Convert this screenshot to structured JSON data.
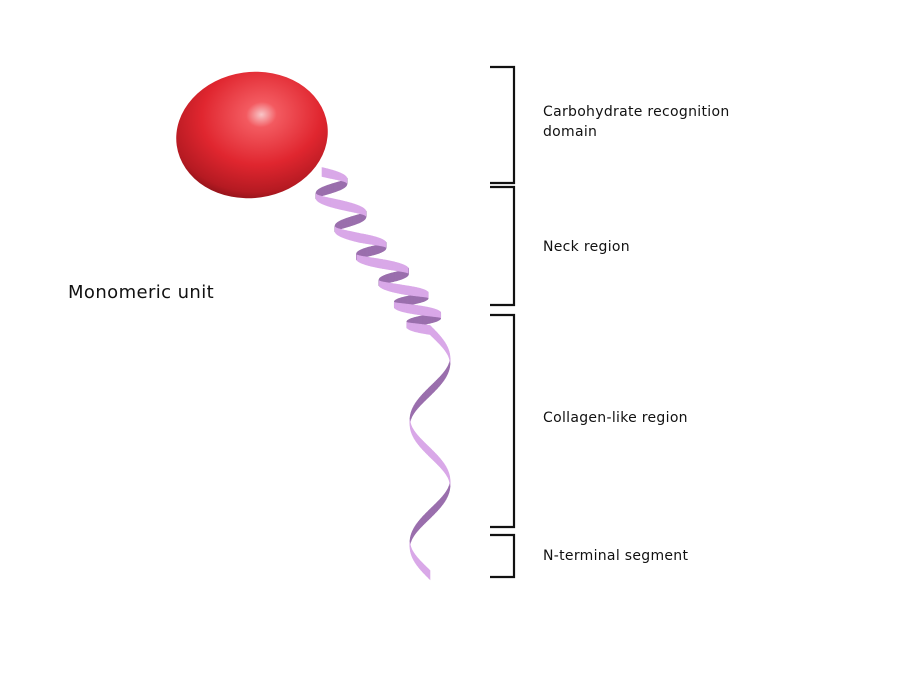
{
  "title": "Monomeric unit",
  "colors": {
    "domain_head": "#e8303a",
    "ribbon_front": "#d9a8e8",
    "ribbon_back": "#9a6fad",
    "bracket": "#111111"
  },
  "regions": [
    {
      "id": "crd",
      "line1": "Carbohydrate recognition",
      "line2": "domain"
    },
    {
      "id": "neck",
      "line1": "Neck region"
    },
    {
      "id": "collagen",
      "line1": "Collagen-like region"
    },
    {
      "id": "nterm",
      "line1": "N-terminal segment"
    }
  ]
}
